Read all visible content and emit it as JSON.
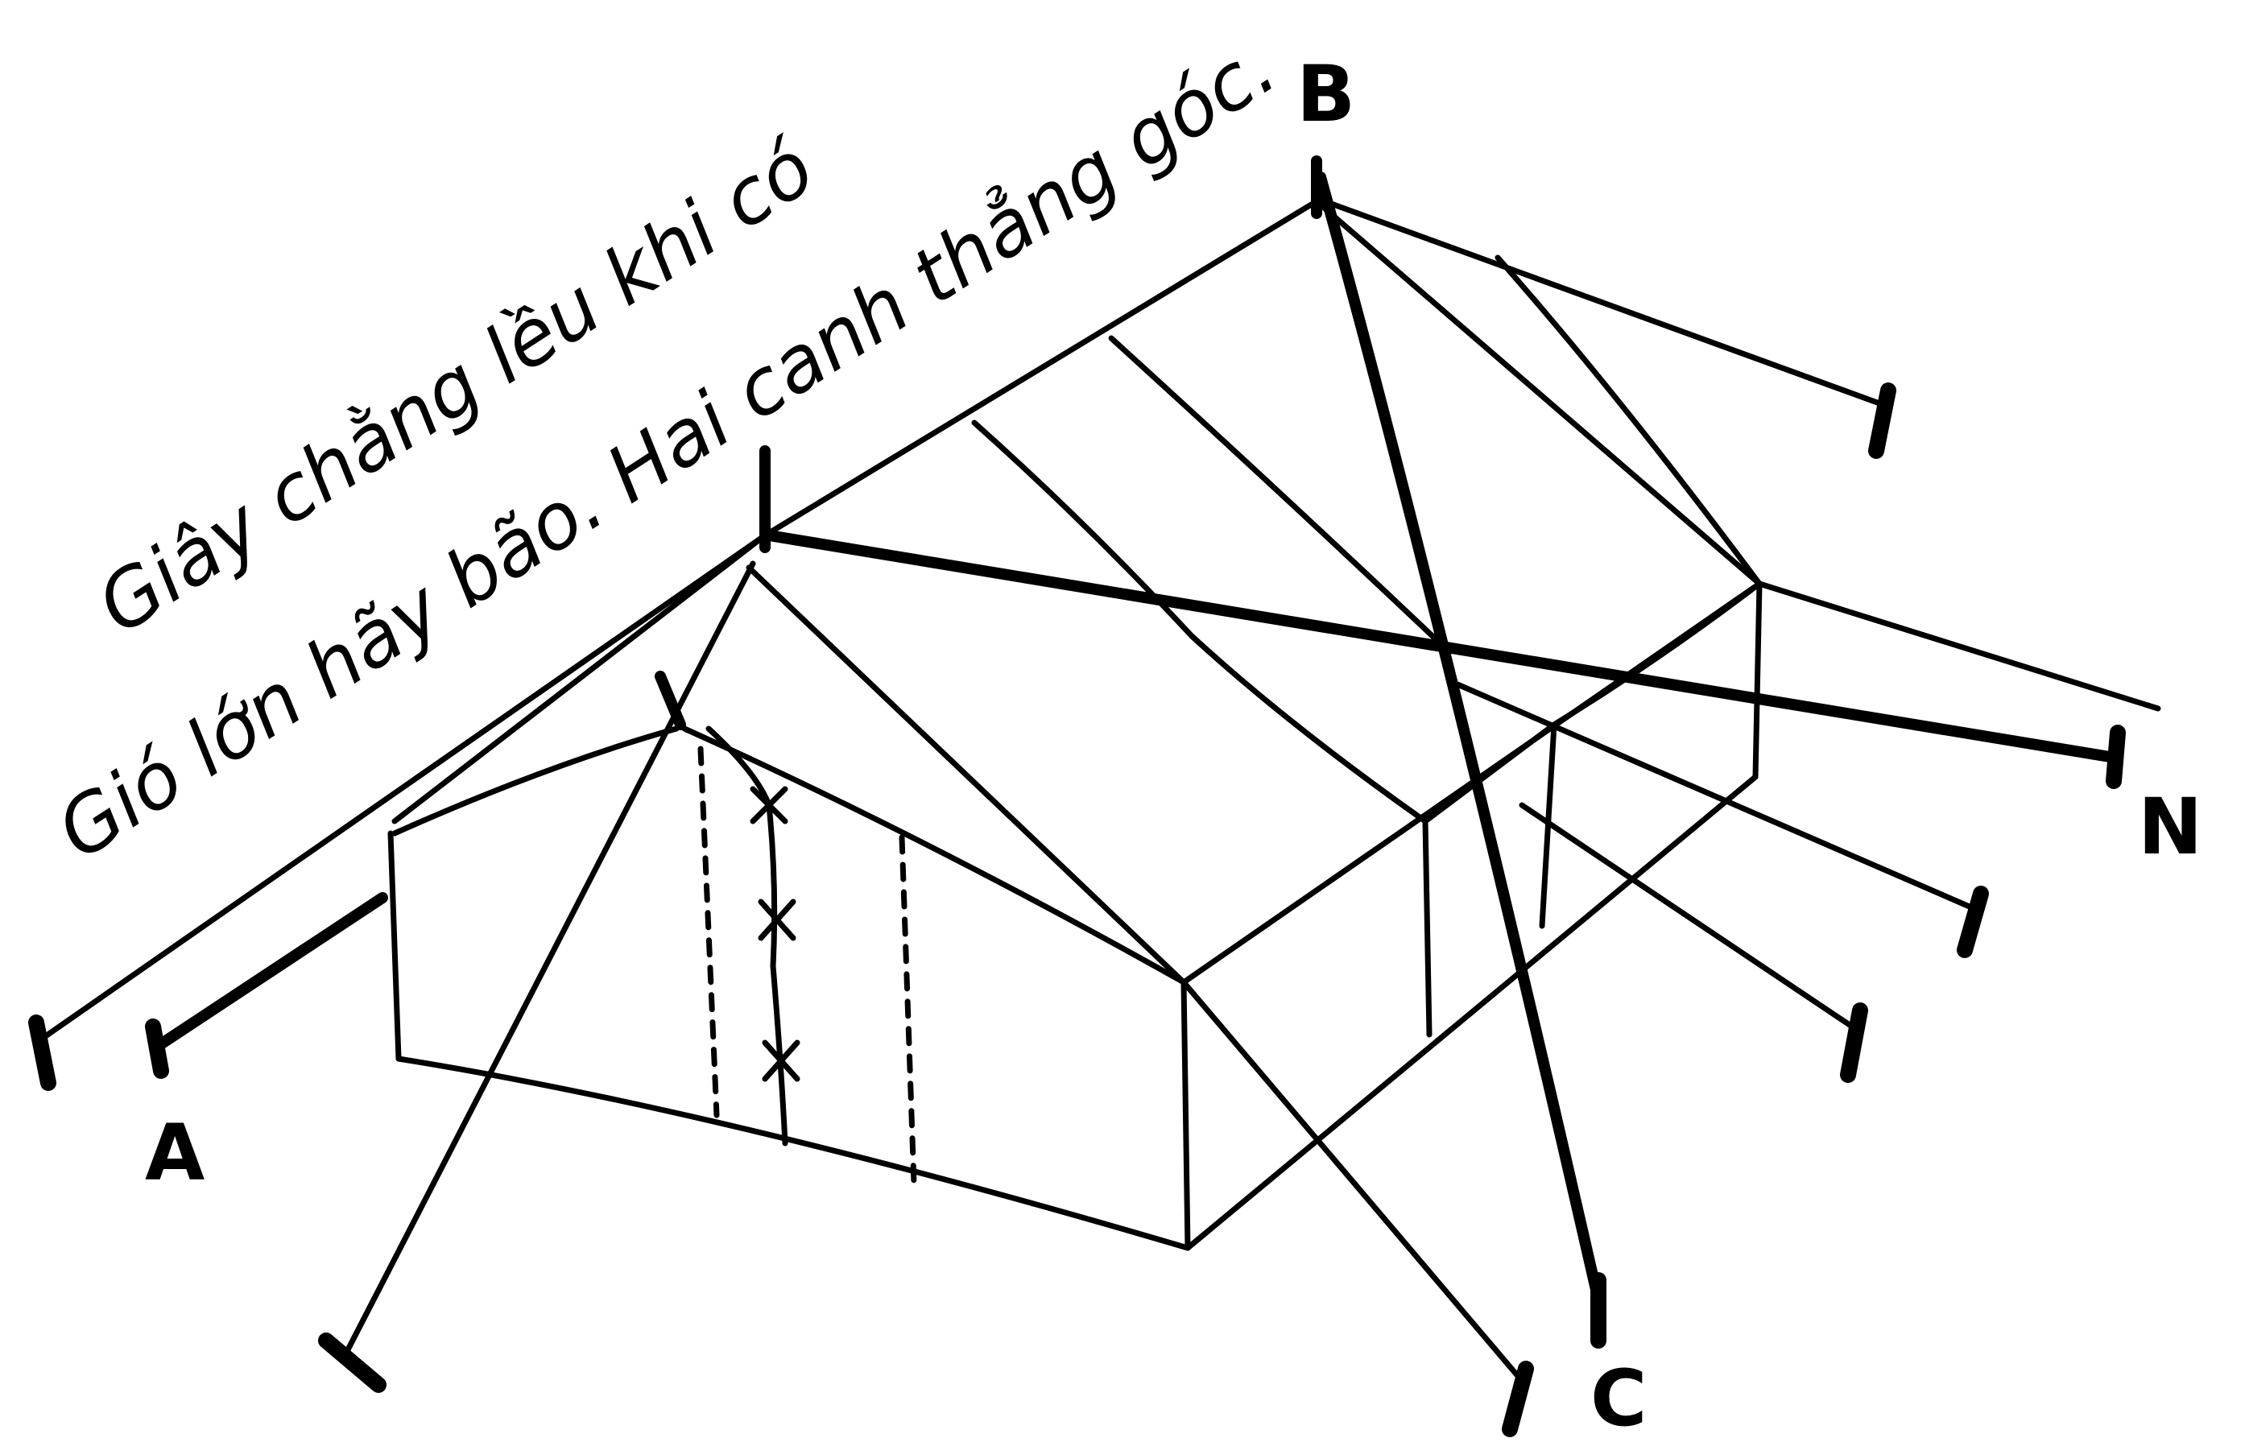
{
  "caption": {
    "line1": "Giây chằng lều khi có",
    "line2": "Gió lớn hãy bão. Hai canh thẳng góc."
  },
  "labels": {
    "A": "A",
    "B": "B",
    "C": "C",
    "N": "N"
  },
  "colors": {
    "ink": "#000000",
    "paper": "#ffffff"
  }
}
